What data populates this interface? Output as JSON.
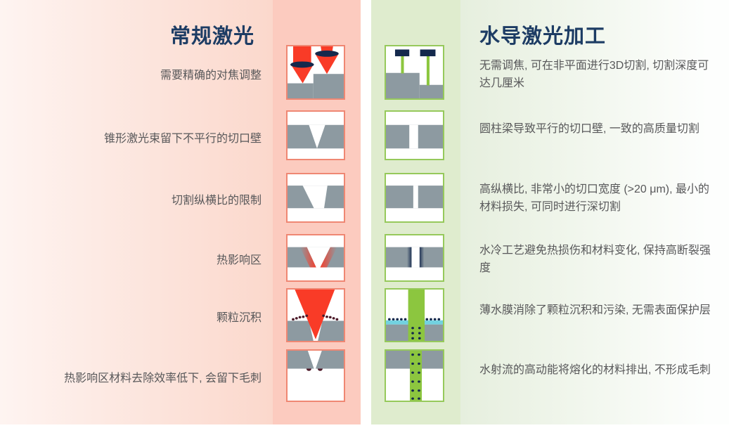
{
  "left": {
    "title": "常规激光",
    "rows": [
      "需要精确的对焦调整",
      "锥形激光束留下不平行的切口壁",
      "切割纵横比的限制",
      "热影响区",
      "颗粒沉积",
      "热影响区材料去除效率低下, 会留下毛刺"
    ]
  },
  "right": {
    "title": "水导激光加工",
    "rows": [
      "无需调焦, 可在非平面进行3D切割, 切割深度可达几厘米",
      "圆柱梁导致平行的切口壁, 一致的高质量切割",
      "高纵横比, 非常小的切口宽度 (>20 μm), 最小的材料损失, 可同时进行深切割",
      "水冷工艺避免热损伤和材料变化, 保持高断裂强度",
      "薄水膜消除了颗粒沉积和污染, 无需表面保护层",
      "水射流的高动能将熔化的材料排出, 不形成毛刺"
    ]
  },
  "figures": {
    "left": [
      "focus-cones-on-steps-icon",
      "tapered-kerf-icon",
      "wide-shallow-kerf-icon",
      "heat-affected-kerf-icon",
      "particle-deposition-cone-icon",
      "burrs-at-kerf-exit-icon"
    ],
    "right": [
      "waterjet-on-steps-icon",
      "parallel-kerf-icon",
      "narrow-kerf-icon",
      "water-cooled-kerf-icon",
      "water-film-particles-icon",
      "material-ejection-icon"
    ]
  },
  "colors": {
    "accent_red": "#f93b27",
    "navy": "#14294d",
    "steel_gray": "#8d9aa1",
    "beam_green": "#8cc63f",
    "water_cyan": "#72d2e0",
    "burr_maroon": "#4e1b2a",
    "pink_strip": "#fccbbf",
    "green_strip": "#dfecce",
    "salmon_border": "#ef8773",
    "green_border": "#96c95b",
    "title_navy": "#1d3c64",
    "body_text": "#58585a",
    "pink_bg_from": "#fef4f1",
    "pink_bg_to": "#fbd8cc",
    "green_bg_from": "#e6efde",
    "green_bg_to": "#fdfefd"
  }
}
